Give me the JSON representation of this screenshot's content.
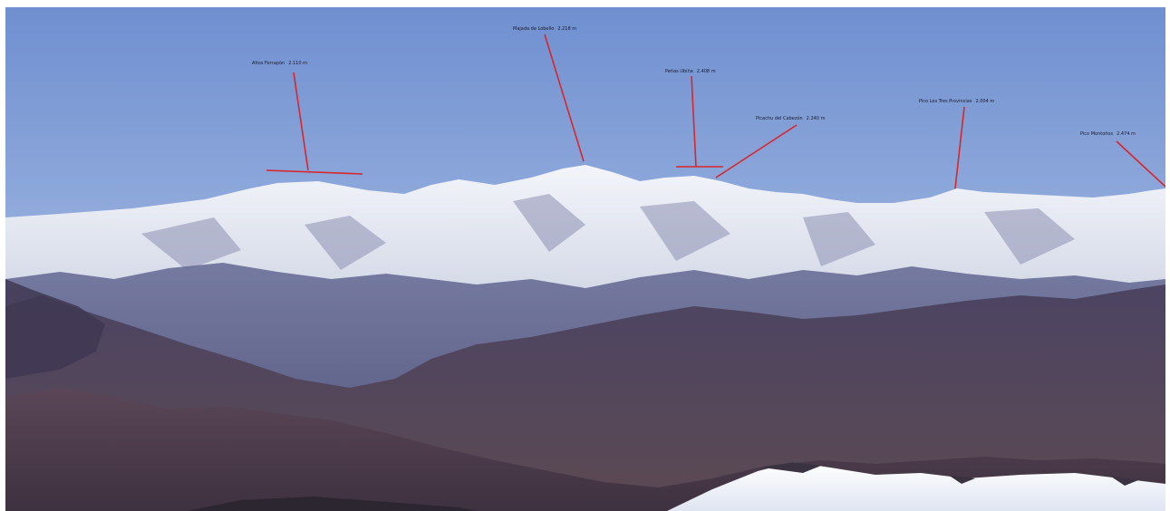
{
  "labels": [
    {
      "name": "Altos Ferrapón",
      "alt": "2.110 m"
    },
    {
      "name": "Majada de Lobello",
      "alt": "2.218 m"
    },
    {
      "name": "Peñas Ubiña",
      "alt": "2.408 m"
    },
    {
      "name": "Picachu del Cabezón",
      "alt": "2.240 m"
    },
    {
      "name": "Pico Los Tres Provincias",
      "alt": "2.004 m"
    },
    {
      "name": "Pico Montoños",
      "alt": "2.474 m"
    }
  ]
}
